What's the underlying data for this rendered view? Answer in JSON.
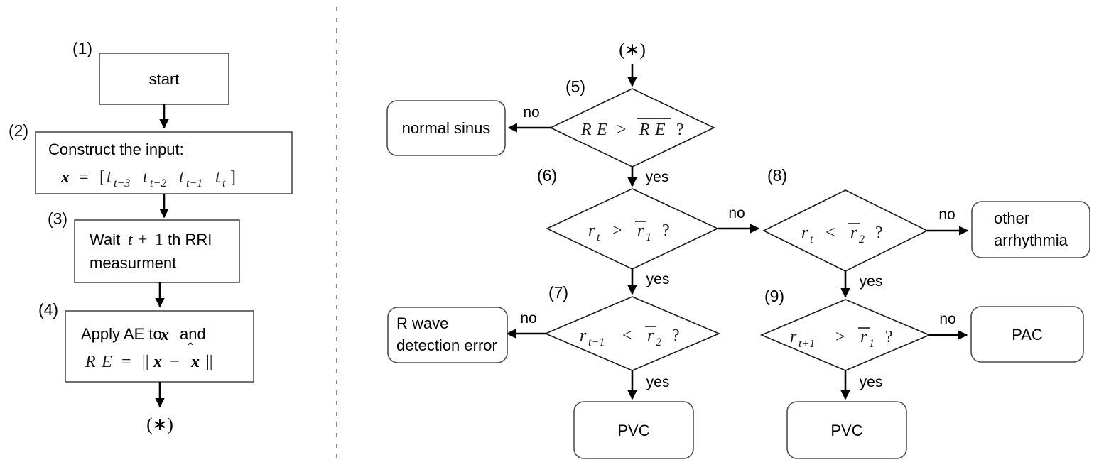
{
  "figure": {
    "type": "flowchart",
    "title": "",
    "panels": [
      "left",
      "right"
    ],
    "divider": "dashed-vertical"
  },
  "connector_star_label": "(∗)",
  "left_panel": {
    "steps": [
      {
        "number": "(1)",
        "shape": "rect",
        "lines": [
          "start"
        ]
      },
      {
        "number": "(2)",
        "shape": "rect",
        "lines": [
          "Construct the input:"
        ],
        "formula": "x = [ t_{t-3}  t_{t-2}  t_{t-1}  t_t ]"
      },
      {
        "number": "(3)",
        "shape": "rect",
        "lines": [
          "Wait t + 1 th RRI",
          "measurment"
        ],
        "line1_pre": "Wait",
        "line1_math": "t + 1",
        "line1_post": "th RRI",
        "line2": "measurment"
      },
      {
        "number": "(4)",
        "shape": "rect",
        "line1_pre": "Apply AE to",
        "line1_math": "x",
        "line1_post": "and",
        "formula": "RE = ||x − x̂||"
      }
    ],
    "exit_label": "(∗)"
  },
  "right_panel": {
    "entry_label": "(∗)",
    "decisions": [
      {
        "number": "(5)",
        "shape": "diamond",
        "text": "RE > RE̅ ?",
        "lhs": "RE",
        "op": ">",
        "rhs": "RE",
        "rhs_overline": true,
        "question": "?",
        "no_label": "no",
        "yes_label": "yes",
        "no_target": "normal sinus",
        "yes_target": "(6)"
      },
      {
        "number": "(6)",
        "shape": "diamond",
        "text": "r_t > r̄1 ?",
        "lhs_base": "r",
        "lhs_sub": "t",
        "op": ">",
        "rhs_base": "r",
        "rhs_sub": "1",
        "rhs_overline": true,
        "question": "?",
        "no_label": "no",
        "yes_label": "yes",
        "no_target": "(8)",
        "yes_target": "(7)"
      },
      {
        "number": "(7)",
        "shape": "diamond",
        "text": "r_{t-1} < r̄2 ?",
        "lhs_base": "r",
        "lhs_sub": "t−1",
        "op": "<",
        "rhs_base": "r",
        "rhs_sub": "2",
        "rhs_overline": true,
        "question": "?",
        "no_label": "no",
        "yes_label": "yes",
        "no_target": "R wave detection error",
        "yes_target": "PVC"
      },
      {
        "number": "(8)",
        "shape": "diamond",
        "text": "r_t < r̄2 ?",
        "lhs_base": "r",
        "lhs_sub": "t",
        "op": "<",
        "rhs_base": "r",
        "rhs_sub": "2",
        "rhs_overline": true,
        "question": "?",
        "no_label": "no",
        "yes_label": "yes",
        "no_target": "other arrhythmia",
        "yes_target": "(9)"
      },
      {
        "number": "(9)",
        "shape": "diamond",
        "text": "r_{t+1} > r̄1 ?",
        "lhs_base": "r",
        "lhs_sub": "t+1",
        "op": ">",
        "rhs_base": "r",
        "rhs_sub": "1",
        "rhs_overline": true,
        "question": "?",
        "no_label": "no",
        "yes_label": "yes",
        "no_target": "PAC",
        "yes_target": "PVC"
      }
    ],
    "terminals": [
      {
        "id": "normal-sinus",
        "shape": "rounded-rect",
        "lines": [
          "normal sinus"
        ]
      },
      {
        "id": "r-wave-error",
        "shape": "rounded-rect",
        "lines": [
          "R wave",
          "detection error"
        ]
      },
      {
        "id": "other-arrhythmia",
        "shape": "rounded-rect",
        "lines": [
          "other",
          "arrhythmia"
        ]
      },
      {
        "id": "pac",
        "shape": "rounded-rect",
        "lines": [
          "PAC"
        ]
      },
      {
        "id": "pvc-left",
        "shape": "rounded-rect",
        "lines": [
          "PVC"
        ]
      },
      {
        "id": "pvc-right",
        "shape": "rounded-rect",
        "lines": [
          "PVC"
        ]
      }
    ]
  },
  "edge_labels": {
    "no": "no",
    "yes": "yes"
  },
  "colors": {
    "background": "#ffffff",
    "stroke": "#000000",
    "box_stroke": "#4d4d4d",
    "divider": "#808080",
    "text": "#000000"
  }
}
